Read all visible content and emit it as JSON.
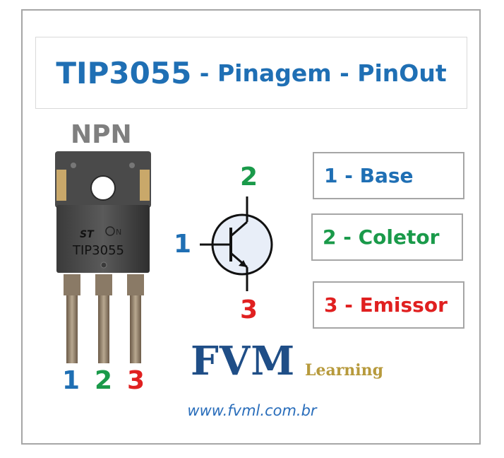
{
  "title": {
    "part": "TIP3055",
    "rest": " - Pinagem - PinOut"
  },
  "type_label": "NPN",
  "package": {
    "marking": "TIP3055"
  },
  "symbol_pins": {
    "base": "1",
    "collector": "2",
    "emitter": "3"
  },
  "package_pins": [
    "1",
    "2",
    "3"
  ],
  "legend": [
    {
      "text": "1 - Base",
      "color": "#1f6fb4"
    },
    {
      "text": "2 - Coletor",
      "color": "#1a9a4a"
    },
    {
      "text": "3 - Emissor",
      "color": "#e02020"
    }
  ],
  "brand": {
    "name": "FVM",
    "tagline": "Learning"
  },
  "url": "www.fvml.com.br",
  "colors": {
    "pin1": "#1f6fb4",
    "pin2": "#1a9a4a",
    "pin3": "#e02020",
    "title": "#1f6fb4"
  }
}
